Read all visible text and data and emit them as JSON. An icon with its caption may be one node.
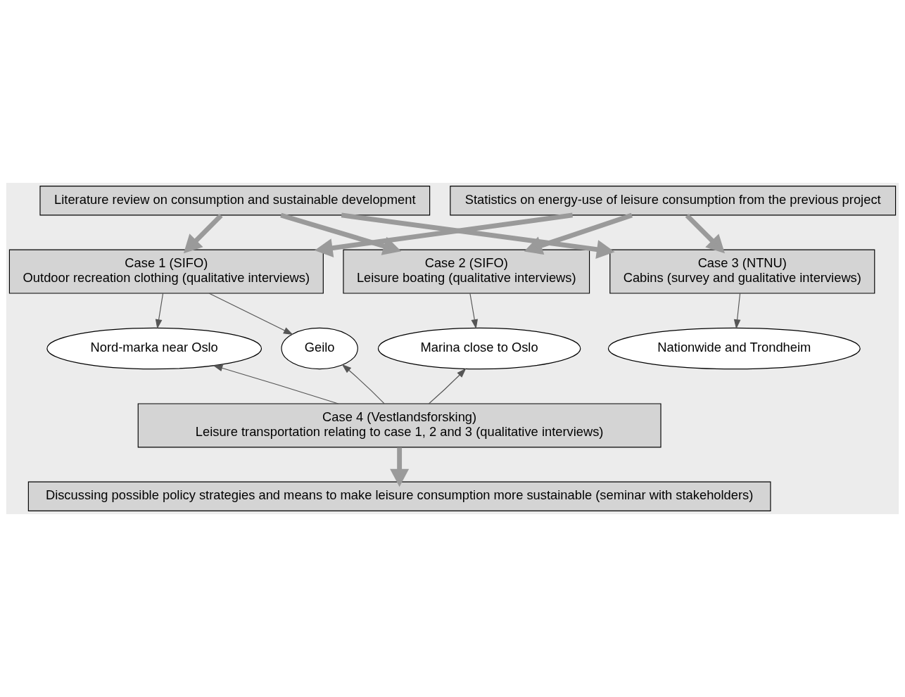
{
  "diagram": {
    "nodes": [
      {
        "text": [
          "Literature review on consumption and sustainable development"
        ]
      },
      {
        "text": [
          "Statistics on energy-use of leisure consumption from the previous project"
        ]
      },
      {
        "text": [
          "Case 1 (SIFO)",
          "Outdoor recreation clothing (qualitative interviews)"
        ]
      },
      {
        "text": [
          "Case 2 (SIFO)",
          "Leisure boating (qualitative interviews)"
        ]
      },
      {
        "text": [
          "Case 3 (NTNU)",
          "Cabins (survey and gualitative interviews)"
        ]
      },
      {
        "text": [
          "Nord-marka near Oslo"
        ]
      },
      {
        "text": [
          "Geilo"
        ]
      },
      {
        "text": [
          "Marina close to Oslo"
        ]
      },
      {
        "text": [
          "Nationwide and Trondheim"
        ]
      },
      {
        "text": [
          "Case 4 (Vestlandsforsking)",
          "Leisure transportation relating to case 1, 2 and 3 (qualitative interviews)"
        ]
      },
      {
        "text": [
          "Discussing possible policy strategies and means to make leisure consumption more sustainable (seminar with stakeholders)"
        ]
      }
    ],
    "edges": [
      {
        "from": 0,
        "to": 2,
        "arrow": "to",
        "style": "thick"
      },
      {
        "from": 0,
        "to": 3,
        "arrow": "to",
        "style": "thick"
      },
      {
        "from": 0,
        "to": 4,
        "arrow": "to",
        "style": "thick"
      },
      {
        "from": 1,
        "to": 2,
        "arrow": "to",
        "style": "thick"
      },
      {
        "from": 1,
        "to": 3,
        "arrow": "to",
        "style": "thick"
      },
      {
        "from": 1,
        "to": 4,
        "arrow": "to",
        "style": "thick"
      },
      {
        "from": 2,
        "to": 5,
        "arrow": "to"
      },
      {
        "from": 2,
        "to": 6,
        "arrow": "to"
      },
      {
        "from": 3,
        "to": 7,
        "arrow": "to"
      },
      {
        "from": 4,
        "to": 8,
        "arrow": "to"
      },
      {
        "from": 9,
        "to": 5,
        "arrow": "to"
      },
      {
        "from": 9,
        "to": 6,
        "arrow": "to"
      },
      {
        "from": 9,
        "to": 7,
        "arrow": "to"
      },
      {
        "from": 9,
        "to": 10,
        "arrow": "to",
        "style": "thick"
      }
    ]
  }
}
